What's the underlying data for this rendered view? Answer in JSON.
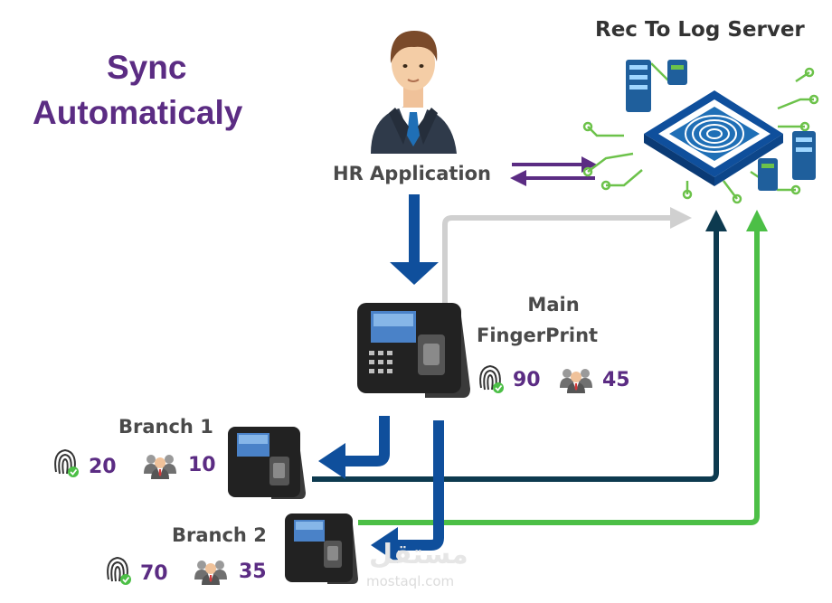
{
  "title_line1": "Sync",
  "title_line2": "Automaticaly",
  "server": {
    "title": "Rec To Log Server"
  },
  "hr": {
    "label": "HR Application"
  },
  "main": {
    "label_line1": "Main",
    "label_line2": "FingerPrint",
    "fingerprints": "90",
    "users": "45"
  },
  "branch1": {
    "label": "Branch 1",
    "fingerprints": "20",
    "users": "10"
  },
  "branch2": {
    "label": "Branch 2",
    "fingerprints": "70",
    "users": "35"
  },
  "watermark": {
    "arabic": "مستقل",
    "latin": "mostaql.com"
  },
  "colors": {
    "purple": "#5b2c83",
    "blue": "#0f4f9c",
    "navy": "#0d3a4f",
    "green": "#4cbf46",
    "gray": "#d0d0d0"
  }
}
